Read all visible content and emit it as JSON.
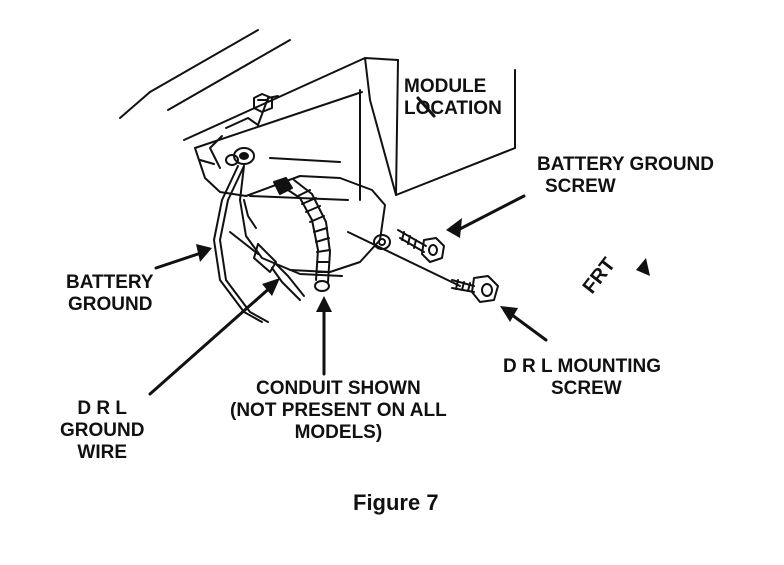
{
  "labels": {
    "module_location": [
      "MODULE",
      "LOCATION"
    ],
    "battery_ground_screw": [
      "BATTERY GROUND",
      "SCREW"
    ],
    "battery_ground": [
      "BATTERY",
      "GROUND"
    ],
    "drl_mounting_screw": [
      "D R L MOUNTING",
      "SCREW"
    ],
    "drl_ground_wire": [
      "D R L",
      "GROUND",
      "WIRE"
    ],
    "conduit_shown": [
      "CONDUIT SHOWN",
      "(NOT PRESENT ON ALL",
      "MODELS)"
    ],
    "front_indicator": "FRT",
    "figure_caption": "Figure 7"
  },
  "colors": {
    "ink": "#111111",
    "paper": "#ffffff"
  }
}
